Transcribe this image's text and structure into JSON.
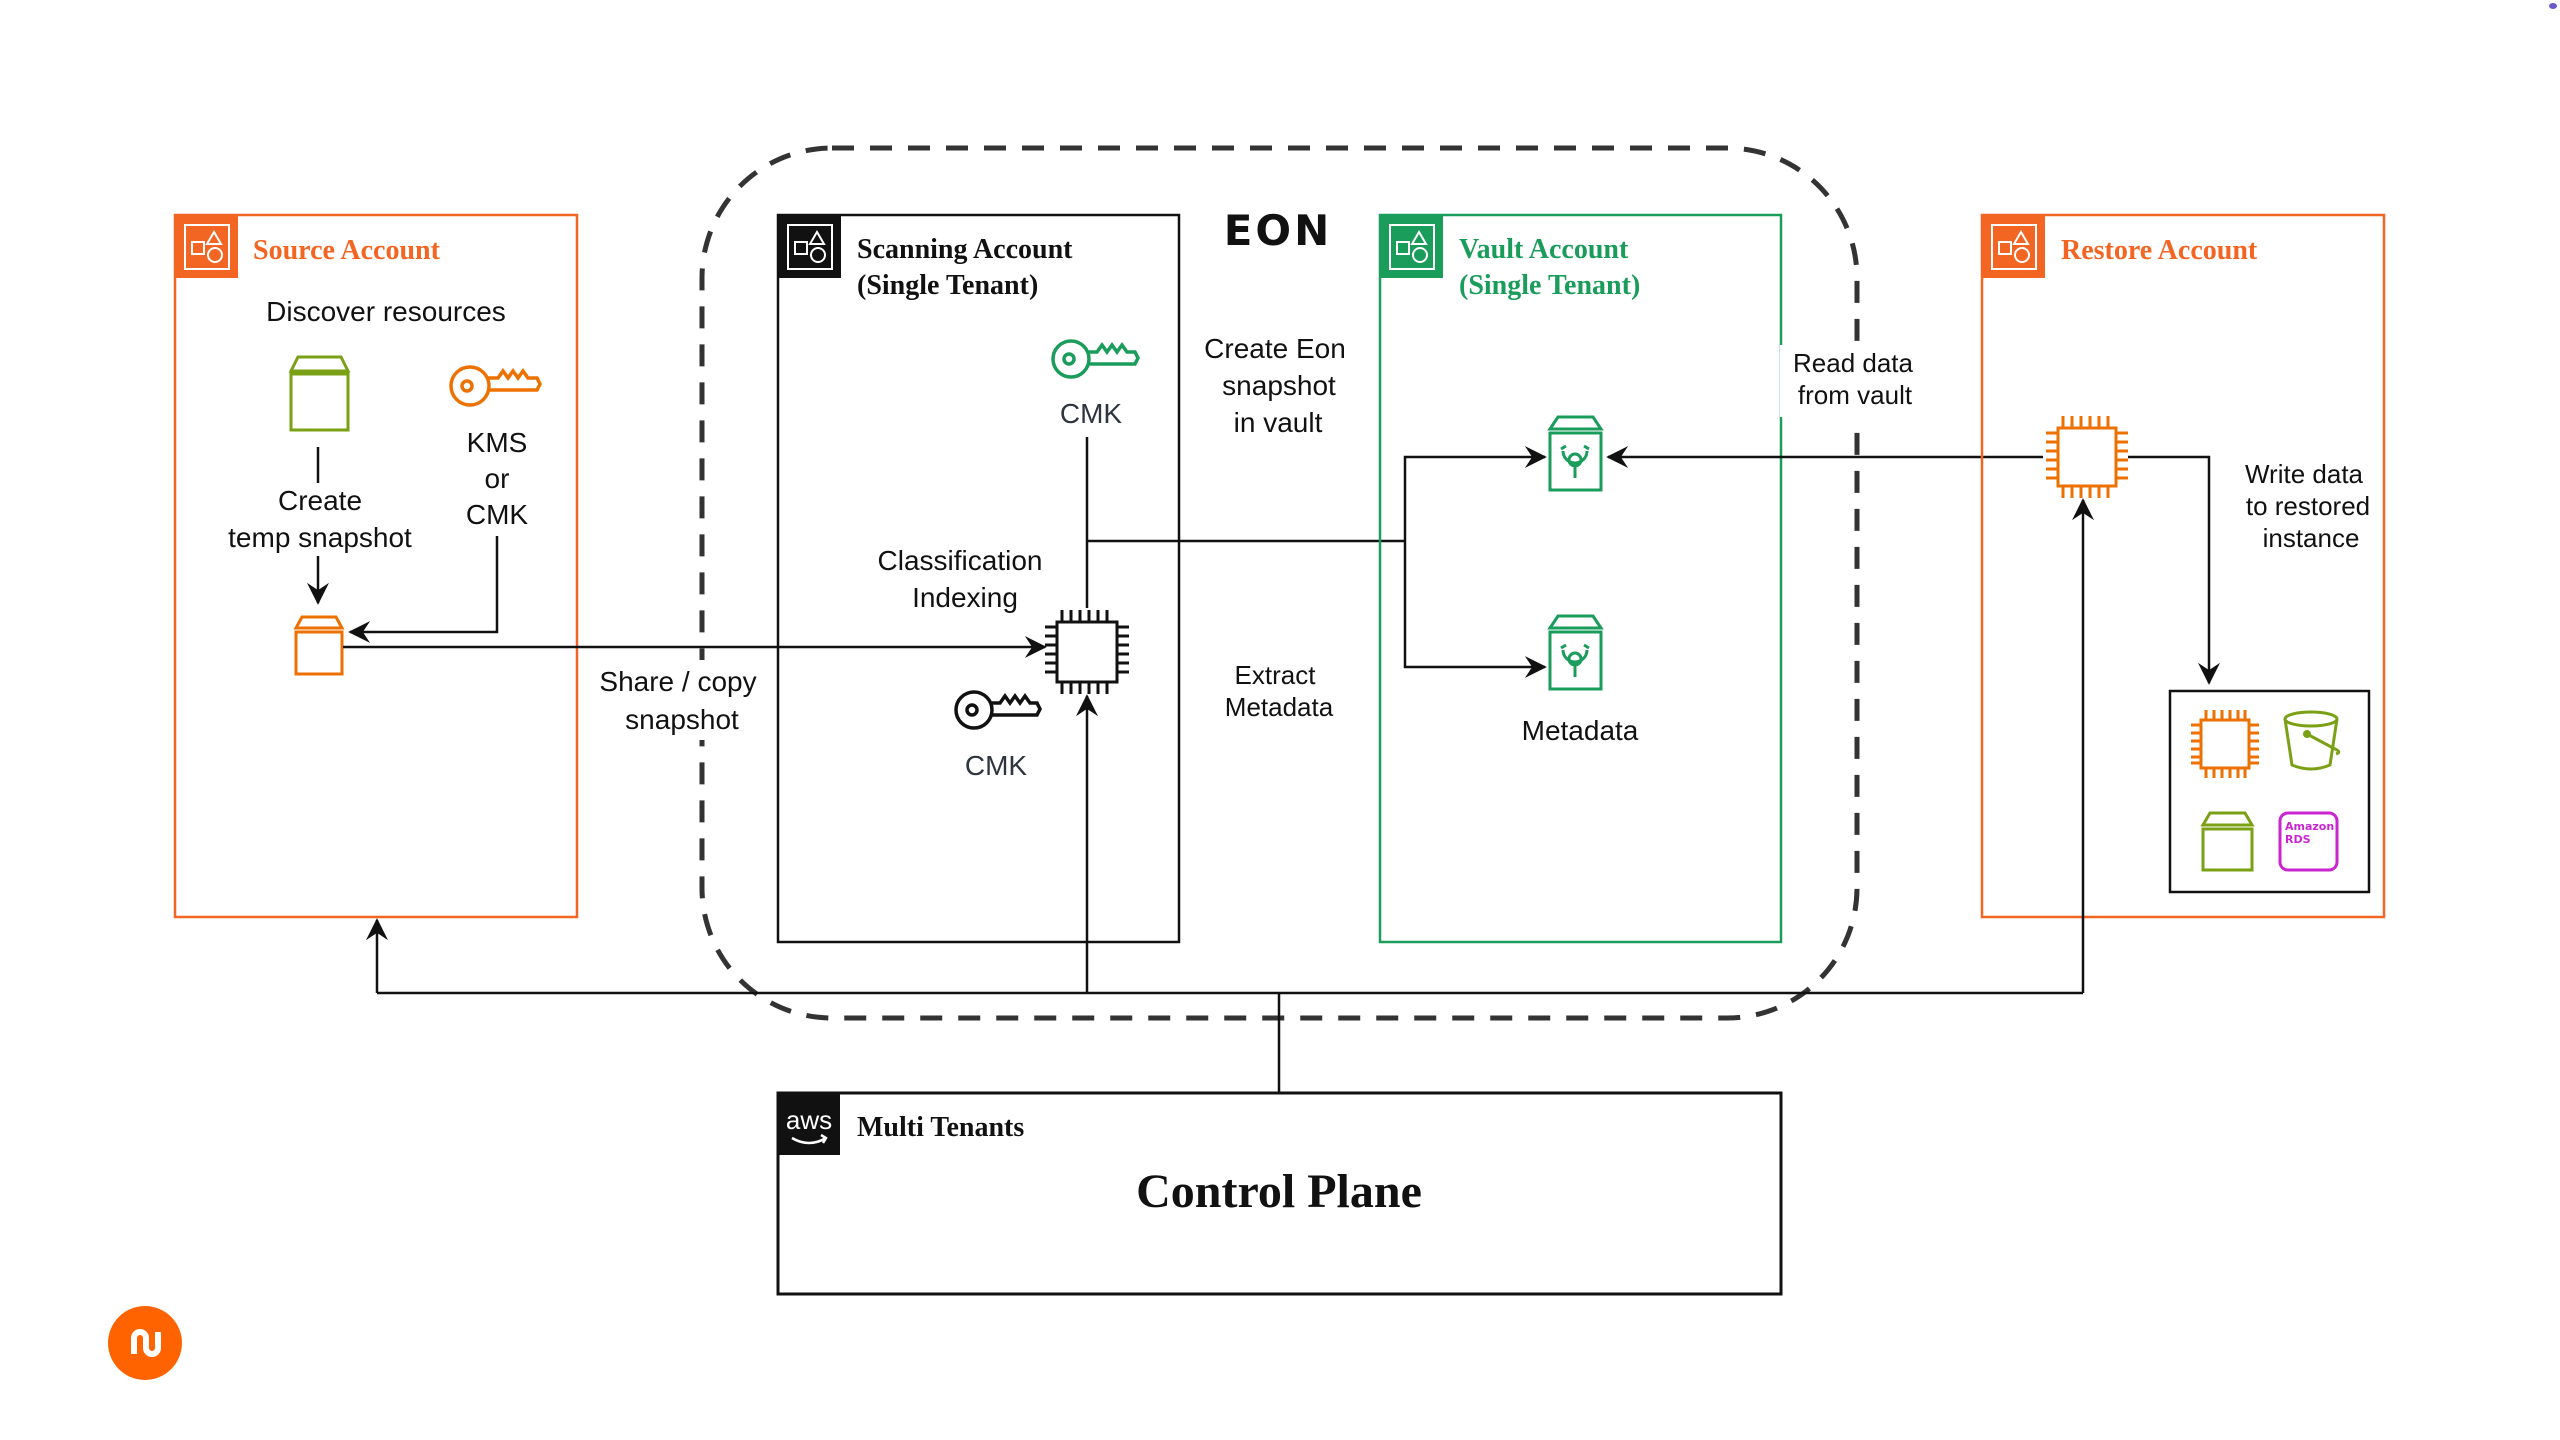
{
  "diagram": {
    "brand_logo": "EON",
    "colors": {
      "orange": "#ed7100",
      "orange_header": "#f26522",
      "green": "#1a9c5b",
      "lime": "#7aa116",
      "magenta": "#c925d1",
      "black": "#111111",
      "badge": "#ff6300"
    },
    "source_account": {
      "title": "Source Account",
      "subtitle": "Discover resources",
      "volume_label_line1": "Create",
      "volume_label_line2": "temp snapshot",
      "key_label_line1": "KMS",
      "key_label_line2": "or",
      "key_label_line3": "CMK"
    },
    "share_label_line1": "Share / copy",
    "share_label_line2": "snapshot",
    "scanning_account": {
      "title_line1": "Scanning Account",
      "title_line2": "(Single Tenant)",
      "cmk_top_label": "CMK",
      "process_label_line1": "Classification",
      "process_label_line2": "Indexing",
      "cmk_bottom_label": "CMK"
    },
    "create_snapshot_label_line1": "Create Eon",
    "create_snapshot_label_line2": "snapshot",
    "create_snapshot_label_line3": "in vault",
    "extract_label_line1": "Extract",
    "extract_label_line2": "Metadata",
    "vault_account": {
      "title_line1": "Vault Account",
      "title_line2": "(Single Tenant)",
      "metadata_label": "Metadata"
    },
    "read_label_line1": "Read data",
    "read_label_line2": "from vault",
    "restore_account": {
      "title": "Restore Account",
      "write_label_line1": "Write data",
      "write_label_line2": "to restored",
      "write_label_line3": "instance",
      "rds_label_line1": "Amazon",
      "rds_label_line2": "RDS"
    },
    "control_plane": {
      "aws_logo": "aws",
      "header": "Multi Tenants",
      "title": "Control Plane"
    }
  }
}
